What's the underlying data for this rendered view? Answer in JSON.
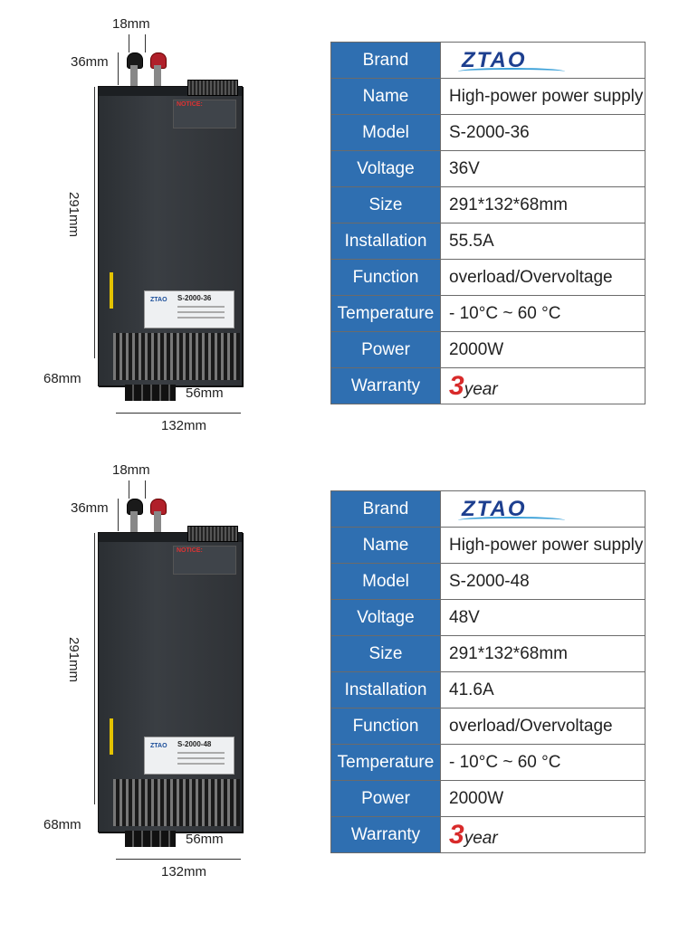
{
  "dimensions": {
    "top_width": "18mm",
    "terminal_height": "36mm",
    "height": "291mm",
    "depth": "68mm",
    "terminal_block": "56mm",
    "width": "132mm"
  },
  "panels": [
    {
      "device": {
        "label_brand": "ZTAO",
        "label_model": "S-2000-36",
        "notice": "NOTICE:"
      },
      "specs": [
        {
          "key": "Brand",
          "value": ""
        },
        {
          "key": "Name",
          "value": "High-power power supply"
        },
        {
          "key": "Model",
          "value": "S-2000-36"
        },
        {
          "key": "Voltage",
          "value": "36V"
        },
        {
          "key": "Size",
          "value": "291*132*68mm"
        },
        {
          "key": "Installation",
          "value": "55.5A"
        },
        {
          "key": "Function",
          "value": "overload/Overvoltage"
        },
        {
          "key": "Temperature",
          "value": "- 10°C ~ 60 °C"
        },
        {
          "key": "Power",
          "value": "2000W"
        },
        {
          "key": "Warranty",
          "value": ""
        }
      ],
      "warranty": {
        "number": "3",
        "unit": "year"
      }
    },
    {
      "device": {
        "label_brand": "ZTAO",
        "label_model": "S-2000-48",
        "notice": "NOTICE:"
      },
      "specs": [
        {
          "key": "Brand",
          "value": ""
        },
        {
          "key": "Name",
          "value": "High-power power supply"
        },
        {
          "key": "Model",
          "value": "S-2000-48"
        },
        {
          "key": "Voltage",
          "value": "48V"
        },
        {
          "key": "Size",
          "value": "291*132*68mm"
        },
        {
          "key": "Installation",
          "value": "41.6A"
        },
        {
          "key": "Function",
          "value": "overload/Overvoltage"
        },
        {
          "key": "Temperature",
          "value": "- 10°C ~ 60 °C"
        },
        {
          "key": "Power",
          "value": "2000W"
        },
        {
          "key": "Warranty",
          "value": ""
        }
      ],
      "warranty": {
        "number": "3",
        "unit": "year"
      }
    }
  ],
  "brand_logo": {
    "text": "ZTAO",
    "color": "#1d3f8f",
    "accent": "#3aa0d8"
  },
  "colors": {
    "key_cell": "#2f6fb1",
    "warranty_number": "#d82a2a"
  }
}
